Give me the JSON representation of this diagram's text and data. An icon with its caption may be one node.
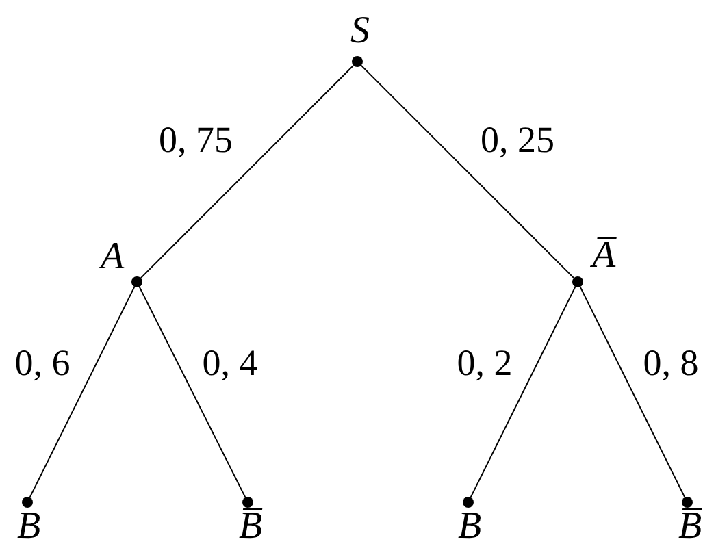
{
  "diagram": {
    "nodes": [
      {
        "text": [],
        "shape": "circle",
        "beside": [
          "S"
        ]
      },
      {
        "text": [],
        "shape": "circle",
        "beside": [
          "A"
        ]
      },
      {
        "text": [],
        "shape": "circle",
        "beside": [
          "A̅"
        ]
      },
      {
        "text": [],
        "shape": "circle",
        "beside": [
          "B"
        ]
      },
      {
        "text": [],
        "shape": "circle",
        "beside": [
          "B̅"
        ]
      },
      {
        "text": [],
        "shape": "circle",
        "beside": [
          "B"
        ]
      },
      {
        "text": [],
        "shape": "circle",
        "beside": [
          "B̅"
        ]
      }
    ],
    "edges": [
      {
        "from": 0,
        "to": 1,
        "arrow": "none",
        "label": "0, 75"
      },
      {
        "from": 0,
        "to": 2,
        "arrow": "none",
        "label": "0, 25"
      },
      {
        "from": 1,
        "to": 3,
        "arrow": "none",
        "label": "0, 6"
      },
      {
        "from": 1,
        "to": 4,
        "arrow": "none",
        "label": "0, 4"
      },
      {
        "from": 2,
        "to": 5,
        "arrow": "none",
        "label": "0, 2"
      },
      {
        "from": 2,
        "to": 6,
        "arrow": "none",
        "label": "0, 8"
      }
    ]
  }
}
